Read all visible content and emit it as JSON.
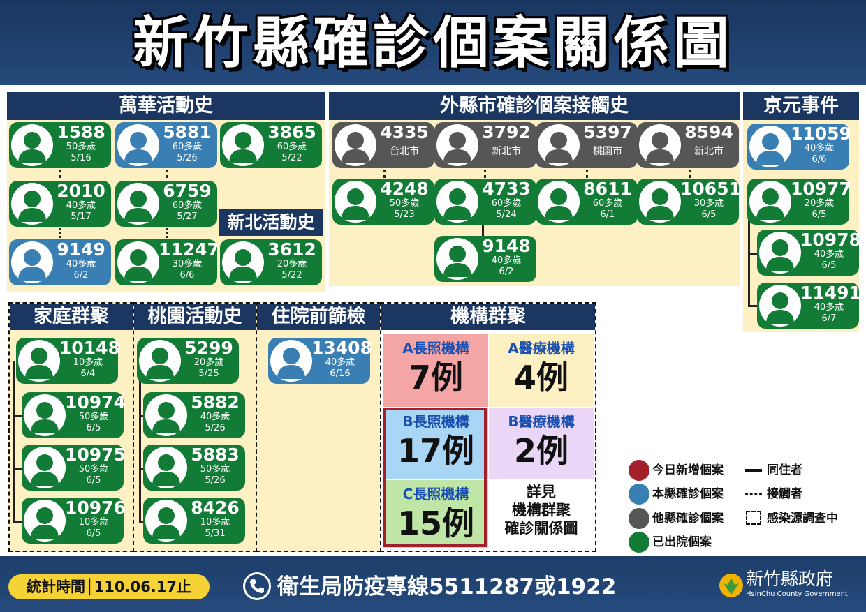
{
  "title": "新竹縣確診個案關係圖",
  "sections": {
    "wanhua": "萬華活動史",
    "outside": "外縣市確診個案接觸史",
    "jingyuan": "京元事件",
    "xinbei": "新北活動史",
    "family": "家庭群聚",
    "taoyuan": "桃園活動史",
    "hospital": "住院前篩檢",
    "institution": "機構群聚"
  },
  "cases": {
    "c1588": {
      "id": "1588",
      "age": "50多歲",
      "date": "5/16"
    },
    "c5881": {
      "id": "5881",
      "age": "60多歲",
      "date": "5/26"
    },
    "c3865": {
      "id": "3865",
      "age": "60多歲",
      "date": "5/22"
    },
    "c2010": {
      "id": "2010",
      "age": "40多歲",
      "date": "5/17"
    },
    "c6759": {
      "id": "6759",
      "age": "60多歲",
      "date": "5/27"
    },
    "c9149": {
      "id": "9149",
      "age": "40多歲",
      "date": "6/2"
    },
    "c11247": {
      "id": "11247",
      "age": "30多歲",
      "date": "6/6"
    },
    "c3612": {
      "id": "3612",
      "age": "20多歲",
      "date": "5/22"
    },
    "c4335": {
      "id": "4335",
      "city": "台北市"
    },
    "c3792": {
      "id": "3792",
      "city": "新北市"
    },
    "c5397": {
      "id": "5397",
      "city": "桃園市"
    },
    "c8594": {
      "id": "8594",
      "city": "新北市"
    },
    "c4248": {
      "id": "4248",
      "age": "50多歲",
      "date": "5/23"
    },
    "c4733": {
      "id": "4733",
      "age": "60多歲",
      "date": "5/24"
    },
    "c8611": {
      "id": "8611",
      "age": "60多歲",
      "date": "6/1"
    },
    "c10651": {
      "id": "10651",
      "age": "30多歲",
      "date": "6/5"
    },
    "c9148": {
      "id": "9148",
      "age": "40多歲",
      "date": "6/2"
    },
    "c11059": {
      "id": "11059",
      "age": "40多歲",
      "date": "6/6"
    },
    "c10977": {
      "id": "10977",
      "age": "20多歲",
      "date": "6/5"
    },
    "c10978": {
      "id": "10978",
      "age": "40多歲",
      "date": "6/5"
    },
    "c11491": {
      "id": "11491",
      "age": "40多歲",
      "date": "6/7"
    },
    "c10148": {
      "id": "10148",
      "age": "10多歲",
      "date": "6/4"
    },
    "c10974": {
      "id": "10974",
      "age": "50多歲",
      "date": "6/5"
    },
    "c10975": {
      "id": "10975",
      "age": "50多歲",
      "date": "6/5"
    },
    "c10976": {
      "id": "10976",
      "age": "10多歲",
      "date": "6/5"
    },
    "c5299": {
      "id": "5299",
      "age": "20多歲",
      "date": "5/25"
    },
    "c5882": {
      "id": "5882",
      "age": "40多歲",
      "date": "5/26"
    },
    "c5883": {
      "id": "5883",
      "age": "50多歲",
      "date": "5/26"
    },
    "c8426": {
      "id": "8426",
      "age": "10多歲",
      "date": "5/31"
    },
    "c13408": {
      "id": "13408",
      "age": "40多歲",
      "date": "6/16"
    }
  },
  "institutions": {
    "a_ltc": {
      "name": "A長照機構",
      "count": "7例"
    },
    "a_med": {
      "name": "A醫療機構",
      "count": "4例"
    },
    "b_ltc": {
      "name": "B長照機構",
      "count": "17例"
    },
    "b_med": {
      "name": "B醫療機構",
      "count": "2例"
    },
    "c_ltc": {
      "name": "C長照機構",
      "count": "15例"
    },
    "see_more": {
      "line1": "詳見",
      "line2": "機構群聚",
      "line3": "確診關係圖"
    }
  },
  "legend": {
    "new_today": "今日新增個案",
    "local": "本縣確診個案",
    "other_county": "他縣確診個案",
    "recovered": "已出院個案",
    "cohabitant": "同住者",
    "contact": "接觸者",
    "investigating": "感染源調查中"
  },
  "colors": {
    "new_today": "#a3202b",
    "local": "#3a7fb4",
    "other_county": "#565656",
    "recovered": "#127c36",
    "header": "#1b3660",
    "panel": "#fdf1c4"
  },
  "footer": {
    "stat_time": "統計時間│110.06.17止",
    "hotline": "衛生局防疫專線5511287或1922",
    "gov_name": "新竹縣政府",
    "gov_en": "HsinChu County Government"
  }
}
